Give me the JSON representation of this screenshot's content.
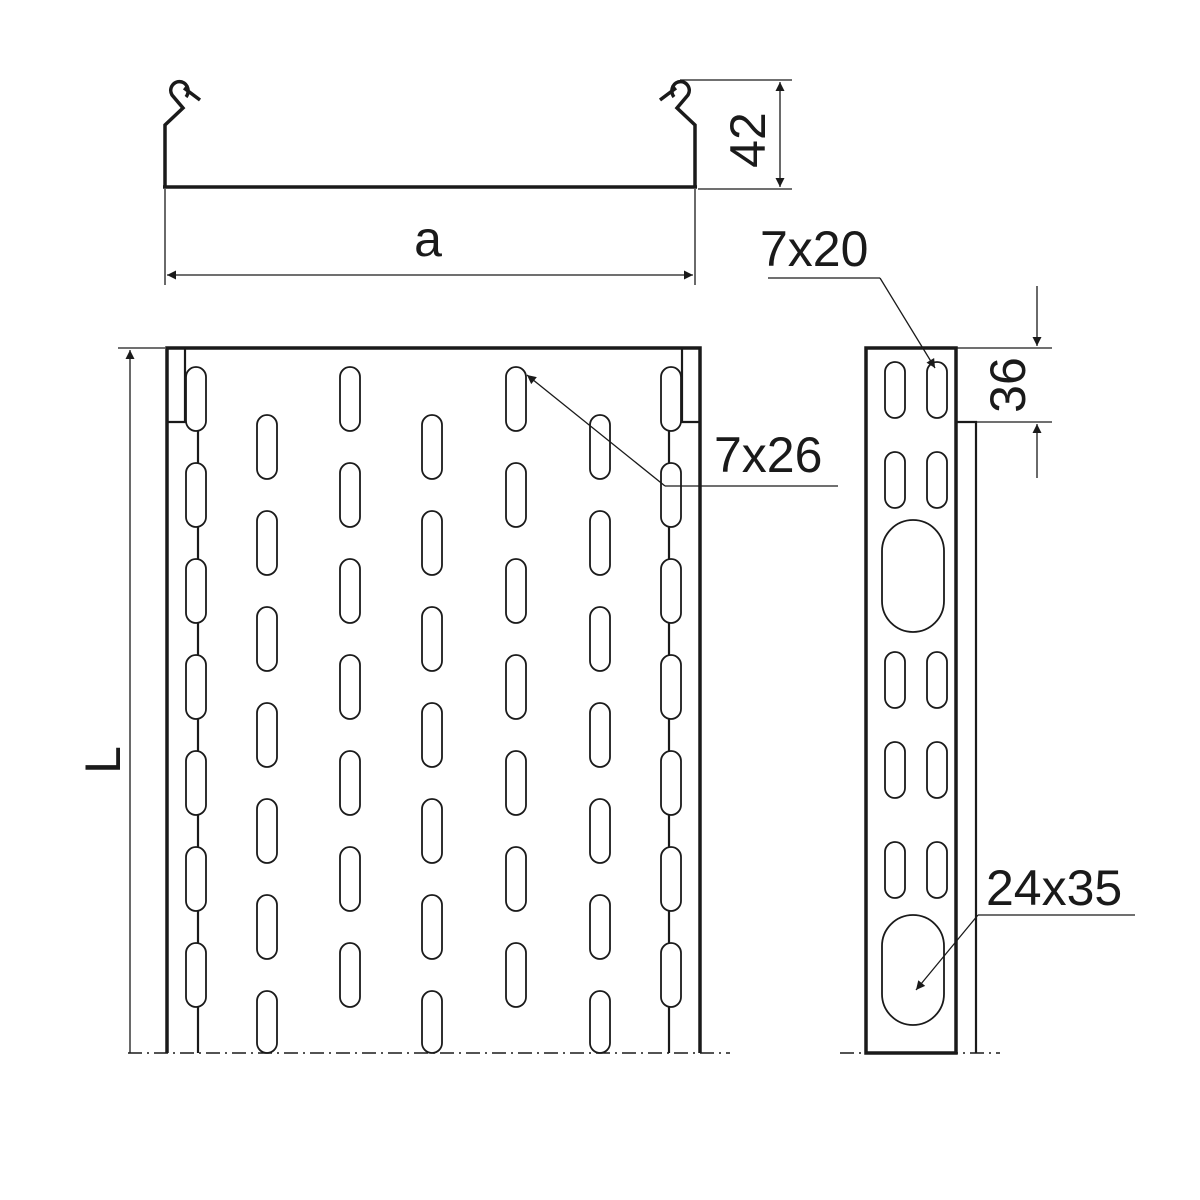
{
  "dimensions": {
    "width_label": "a",
    "side_height_label": "42",
    "length_label": "L",
    "top_slot_label": "7x26",
    "side_slot_label": "7x20",
    "side_offset_label": "36",
    "large_slot_label": "24x35"
  }
}
